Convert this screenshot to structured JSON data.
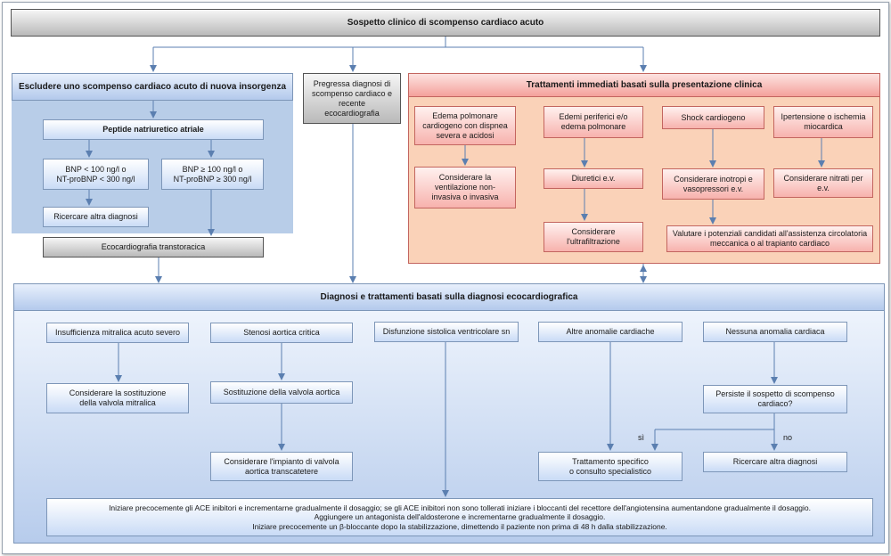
{
  "top": {
    "title": "Sospetto clinico di scompenso cardiaco acuto"
  },
  "left": {
    "title": "Escludere uno scompenso cardiaco acuto di nuova insorgenza",
    "peptide": "Peptide natriuretico atriale",
    "bnp_low": "BNP < 100 ng/l  o\nNT-proBNP < 300 ng/l",
    "bnp_high": "BNP ≥ 100 ng/l o\nNT-proBNP ≥ 300 ng/l",
    "altra": "Ricercare altra diagnosi",
    "eco": "Ecocardiografia transtoracica"
  },
  "middle": {
    "pregressa": "Pregressa diagnosi di\nscompenso cardiaco e\nrecente\necocardiografia"
  },
  "right": {
    "title": "Trattamenti immediati basati sulla presentazione clinica",
    "edema_polm": "Edema polmonare\ncardiogeno con dispnea\nsevera e acidosi",
    "ventilazione": "Considerare la\nventilazione non-\ninvasiva o invasiva",
    "edemi_perif": "Edemi periferici e/o\nedema polmonare",
    "diuretici": "Diuretici e.v.",
    "ultrafiltrazione": "Considerare\nl'ultrafiltrazione",
    "shock": "Shock cardiogeno",
    "inotropi": "Considerare inotropi e\nvasopressori e.v.",
    "ipertensione": "Ipertensione o ischemia\nmiocardica",
    "nitrati": "Considerare nitrati per\ne.v.",
    "assistenza": "Valutare i potenziali candidati all'assistenza circolatoria\nmeccanica o al trapianto cardiaco"
  },
  "bottom": {
    "title": "Diagnosi e trattamenti basati sulla diagnosi ecocardiografica",
    "insuff": "Insufficienza mitralica acuto severo",
    "sost_mitralica": "Considerare la sostituzione\ndella valvola mitralica",
    "stenosi": "Stenosi aortica critica",
    "sost_aortica": "Sostituzione della valvola aortica",
    "impianto": "Considerare l'impianto di valvola\naortica transcatetere",
    "disfunzione": "Disfunzione sistolica ventricolare sn",
    "altre": "Altre anomalie cardiache",
    "specifico": "Trattamento specifico\no consulto specialistico",
    "nessuna": "Nessuna anomalia cardiaca",
    "persiste": "Persiste il sospetto di scompenso\ncardiaco?",
    "si": "sì",
    "no": "no",
    "ricercare": "Ricercare altra diagnosi",
    "final": "Iniziare precocemente gli ACE inibitori e incrementarne gradualmente il dosaggio; se gli ACE inibitori non sono tollerati iniziare i bloccanti del recettore dell'angiotensina aumentandone gradualmente il dosaggio.\nAggiungere un antagonista dell'aldosterone e incrementarne gradualmente il dosaggio.\nIniziare precocemente un β-bloccante dopo la stabilizzazione, dimettendo il paziente non prima di 48 h dalla stabilizzazione."
  },
  "colors": {
    "blue_panel": "#b8cde8",
    "pink_panel": "#fad2b8",
    "arrow": "#5b7fb0"
  }
}
